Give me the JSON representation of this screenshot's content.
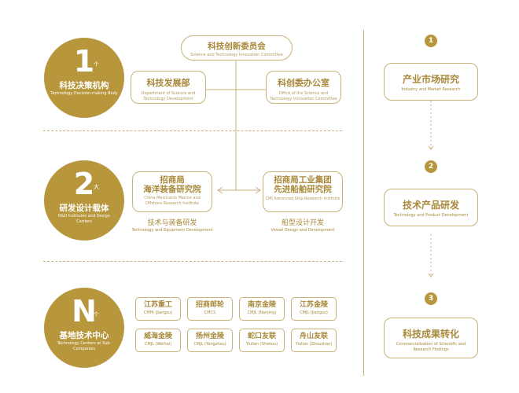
{
  "levels": [
    {
      "num": "1",
      "unit": "个",
      "cn": "科技决策机构",
      "en": "Technology Decision-making Body"
    },
    {
      "num": "2",
      "unit": "大",
      "cn": "研发设计载体",
      "en": "R&D Institutes and Design Carriers"
    },
    {
      "num": "N",
      "unit": "个",
      "cn": "基地技术中心",
      "en": "Technology Centers at Sub-Companies"
    }
  ],
  "committee": {
    "cn": "科技创新委员会",
    "en": "Science and Technology Innovation Committee"
  },
  "dept": {
    "cn": "科技发展部",
    "en": "Department of Science and Technology Development"
  },
  "office": {
    "cn": "科创委办公室",
    "en": "Office of the Science and Technology Innovation Committee"
  },
  "institute_a": {
    "cn1": "招商局",
    "cn2": "海洋装备研究院",
    "en": "China Merchants Marine and Offshore Research Institute"
  },
  "institute_b": {
    "cn1": "招商局工业集团",
    "cn2": "先进船舶研究院",
    "en": "CMI Advanced Ship Research Institute"
  },
  "label_a": {
    "cn": "技术与装备研发",
    "en": "Technology and Equipment Development"
  },
  "label_b": {
    "cn": "船型设计开发",
    "en": "Vessel Design and Development"
  },
  "centers": [
    {
      "cn": "江苏重工",
      "en": "CMHI (Jiangsu)"
    },
    {
      "cn": "招商邮轮",
      "en": "CMCS"
    },
    {
      "cn": "南京金陵",
      "en": "CMJL (Nanjing)"
    },
    {
      "cn": "江苏金陵",
      "en": "CMJL (Jiangsu)"
    },
    {
      "cn": "威海金陵",
      "en": "CMJL (Weihai)"
    },
    {
      "cn": "扬州金陵",
      "en": "CMJL (Yangzhou)"
    },
    {
      "cn": "蛇口友联",
      "en": "Yiulian (Shekou)"
    },
    {
      "cn": "舟山友联",
      "en": "Yiulian (Zhoushan)"
    }
  ],
  "steps": [
    {
      "num": "1",
      "cn": "产业市场研究",
      "en": "Industry and Market Research"
    },
    {
      "num": "2",
      "cn": "技术产品研发",
      "en": "Technology and Product Development"
    },
    {
      "num": "3",
      "cn": "科技成果转化",
      "en": "Commercialization of Scientific and Research Findings"
    }
  ],
  "colors": {
    "gold": "#b7963c",
    "line": "#c9b27a"
  }
}
